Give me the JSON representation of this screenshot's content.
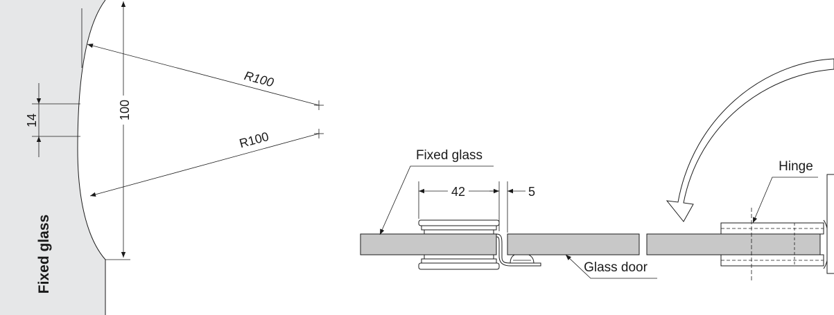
{
  "left_detail": {
    "fixed_glass_label": "Fixed glass",
    "radius_top": "R100",
    "radius_bottom": "R100",
    "height_dim": "100",
    "gap_dim": "14"
  },
  "right_detail": {
    "fixed_glass_label": "Fixed glass",
    "clamp_width_dim": "42",
    "gap_dim": "5",
    "glass_door_label": "Glass door",
    "hinge_label": "Hinge"
  },
  "colors": {
    "glass_fill": "#c8c8c8",
    "panel_fill": "#e6e7e8",
    "line": "#1a1a1a"
  }
}
